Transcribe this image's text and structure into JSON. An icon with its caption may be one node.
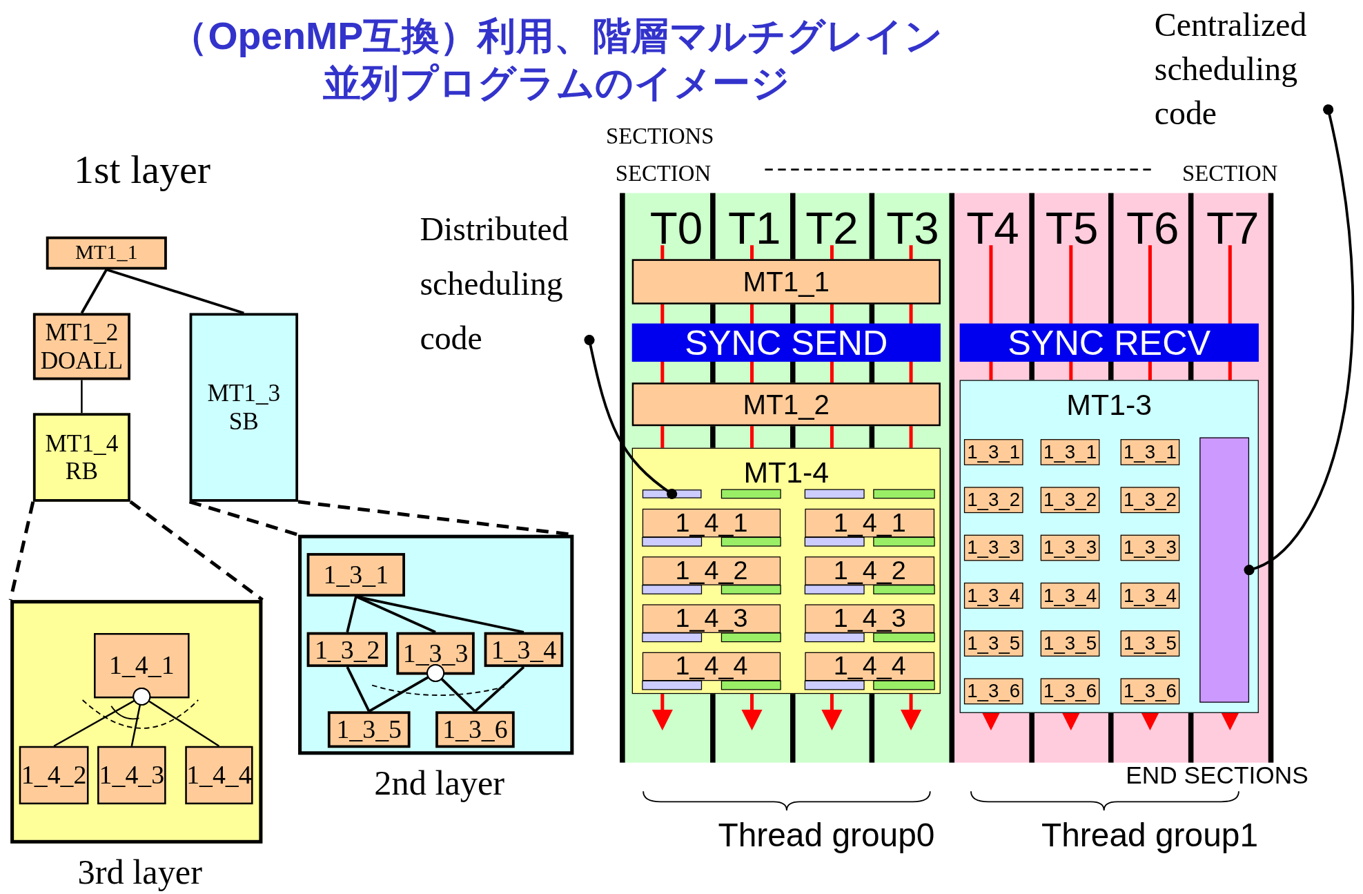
{
  "diagram": {
    "title": "（OpenMP互換）利用、階層マルチグレイン並列プログラムのイメージ",
    "nodes": [
      {
        "text": [
          "MT1_1"
        ]
      },
      {
        "text": [
          "MT1_2 DOALL"
        ]
      },
      {
        "text": [
          "MT1_3 SB"
        ]
      },
      {
        "text": [
          "MT1_4 RB"
        ]
      },
      {
        "text": [
          "3rd layer"
        ]
      },
      {
        "text": [
          "1_4_1"
        ],
        "in": 4
      },
      {
        "text": [
          "1_4_2"
        ],
        "in": 4
      },
      {
        "text": [
          "1_4_3"
        ],
        "in": 4
      },
      {
        "text": [
          "1_4_4"
        ],
        "in": 4
      },
      {
        "text": [
          "2nd layer"
        ]
      },
      {
        "text": [
          "1_3_1"
        ],
        "in": 9
      },
      {
        "text": [
          "1_3_2"
        ],
        "in": 9
      },
      {
        "text": [
          "1_3_3"
        ],
        "in": 9
      },
      {
        "text": [
          "1_3_4"
        ],
        "in": 9
      },
      {
        "text": [
          "1_3_5"
        ],
        "in": 9
      },
      {
        "text": [
          "1_3_6"
        ],
        "in": 9
      },
      {
        "text": [
          "MT1_1"
        ]
      },
      {
        "text": [
          "SYNC SEND"
        ]
      },
      {
        "text": [
          "SYNC RECV"
        ]
      },
      {
        "text": [
          "MT1_2"
        ]
      },
      {
        "text": [
          "MT1-4"
        ]
      },
      {
        "text": [],
        "shape": "bar",
        "in": 20
      },
      {
        "text": [
          "1_4_1"
        ],
        "in": 20
      },
      {
        "text": [
          "1_4_1"
        ],
        "in": 20
      },
      {
        "text": [
          "1_4_2"
        ],
        "in": 20
      },
      {
        "text": [
          "1_4_2"
        ],
        "in": 20
      },
      {
        "text": [
          "1_4_3"
        ],
        "in": 20
      },
      {
        "text": [
          "1_4_3"
        ],
        "in": 20
      },
      {
        "text": [
          "1_4_4"
        ],
        "in": 20
      },
      {
        "text": [
          "1_4_4"
        ],
        "in": 20
      },
      {
        "text": [
          "MT1-3"
        ]
      },
      {
        "text": [
          "1_3_1"
        ],
        "in": 30
      },
      {
        "text": [
          "1_3_1"
        ],
        "in": 30
      },
      {
        "text": [
          "1_3_1"
        ],
        "in": 30
      },
      {
        "text": [
          "1_3_2"
        ],
        "in": 30
      },
      {
        "text": [
          "1_3_2"
        ],
        "in": 30
      },
      {
        "text": [
          "1_3_2"
        ],
        "in": 30
      },
      {
        "text": [
          "1_3_3"
        ],
        "in": 30
      },
      {
        "text": [
          "1_3_3"
        ],
        "in": 30
      },
      {
        "text": [
          "1_3_3"
        ],
        "in": 30
      },
      {
        "text": [
          "1_3_4"
        ],
        "in": 30
      },
      {
        "text": [
          "1_3_4"
        ],
        "in": 30
      },
      {
        "text": [
          "1_3_4"
        ],
        "in": 30
      },
      {
        "text": [
          "1_3_5"
        ],
        "in": 30
      },
      {
        "text": [
          "1_3_5"
        ],
        "in": 30
      },
      {
        "text": [
          "1_3_5"
        ],
        "in": 30
      },
      {
        "text": [
          "1_3_6"
        ],
        "in": 30
      },
      {
        "text": [
          "1_3_6"
        ],
        "in": 30
      },
      {
        "text": [
          "1_3_6"
        ],
        "in": 30
      },
      {
        "text": [],
        "shape": "bar",
        "in": 30
      },
      {
        "text": [
          "Distributed scheduling code"
        ]
      },
      {
        "text": [
          "Centralized scheduling code"
        ]
      }
    ],
    "edges": [
      {
        "from": 0,
        "to": 1,
        "arrow": "none"
      },
      {
        "from": 0,
        "to": 2,
        "arrow": "none"
      },
      {
        "from": 1,
        "to": 3,
        "arrow": "none"
      },
      {
        "from": 3,
        "to": 4,
        "arrow": "none",
        "style": "dashed"
      },
      {
        "from": 2,
        "to": 9,
        "arrow": "none",
        "style": "dashed"
      },
      {
        "from": 5,
        "to": 6,
        "arrow": "other"
      },
      {
        "from": 5,
        "to": 7,
        "arrow": "other"
      },
      {
        "from": 5,
        "to": 8,
        "arrow": "other"
      },
      {
        "from": 10,
        "to": 11,
        "arrow": "none"
      },
      {
        "from": 10,
        "to": 12,
        "arrow": "none"
      },
      {
        "from": 10,
        "to": 13,
        "arrow": "none"
      },
      {
        "from": 11,
        "to": 14,
        "arrow": "none"
      },
      {
        "from": 12,
        "to": 14,
        "arrow": "other"
      },
      {
        "from": 12,
        "to": 15,
        "arrow": "other"
      },
      {
        "from": 13,
        "to": 15,
        "arrow": "none"
      },
      {
        "from": 50,
        "to": 21,
        "arrow": "other"
      },
      {
        "from": 51,
        "to": 49,
        "arrow": "other"
      }
    ],
    "labels": [
      "1st layer",
      "SECTIONS",
      "SECTION",
      "SECTION",
      "T0",
      "T1",
      "T2",
      "T3",
      "T4",
      "T5",
      "T6",
      "T7",
      "END SECTIONS",
      "Thread group0",
      "Thread group1"
    ]
  }
}
